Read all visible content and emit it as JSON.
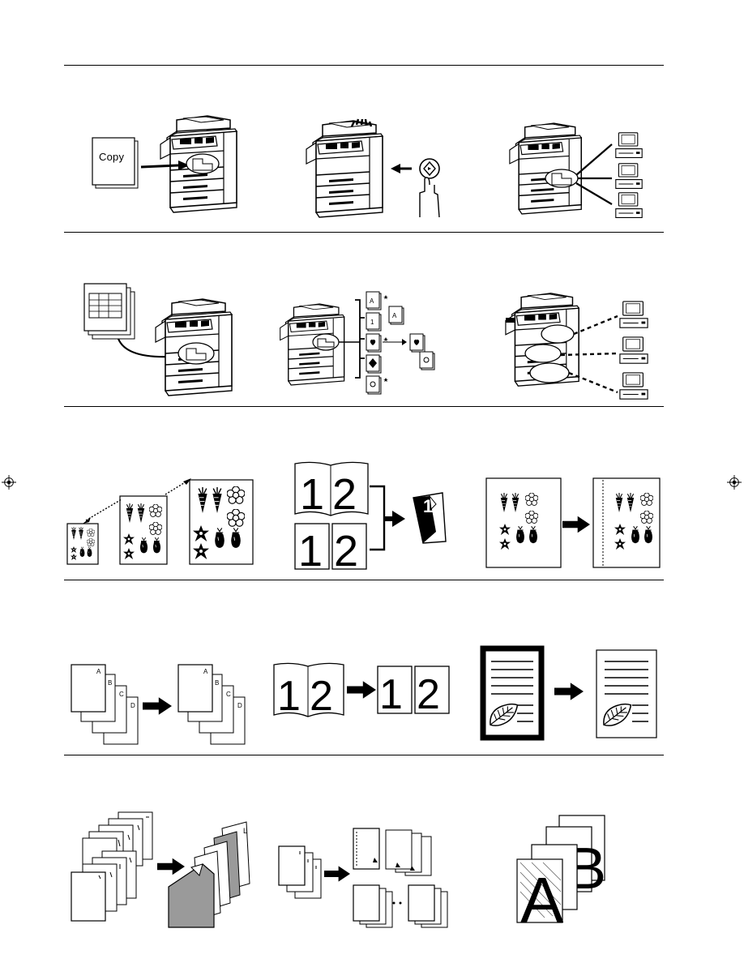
{
  "copy_label": "Copy",
  "page_labels": [
    "A",
    "B",
    "C",
    "D"
  ],
  "book_page_numbers": [
    "1",
    "2"
  ],
  "ab_letters": [
    "A",
    "B"
  ],
  "colors": {
    "ink": "#000000",
    "paper": "#ffffff",
    "gray_sheet": "#9a9a9a",
    "light_gray": "#d8d8d8"
  },
  "icons": [
    "registration-mark-icon",
    "copier-icon",
    "start-key-icon",
    "finger-icon",
    "computer-icon",
    "arrow-right-icon",
    "carrot-icon",
    "flower-icon",
    "eggplant-icon",
    "leaf-icon"
  ]
}
